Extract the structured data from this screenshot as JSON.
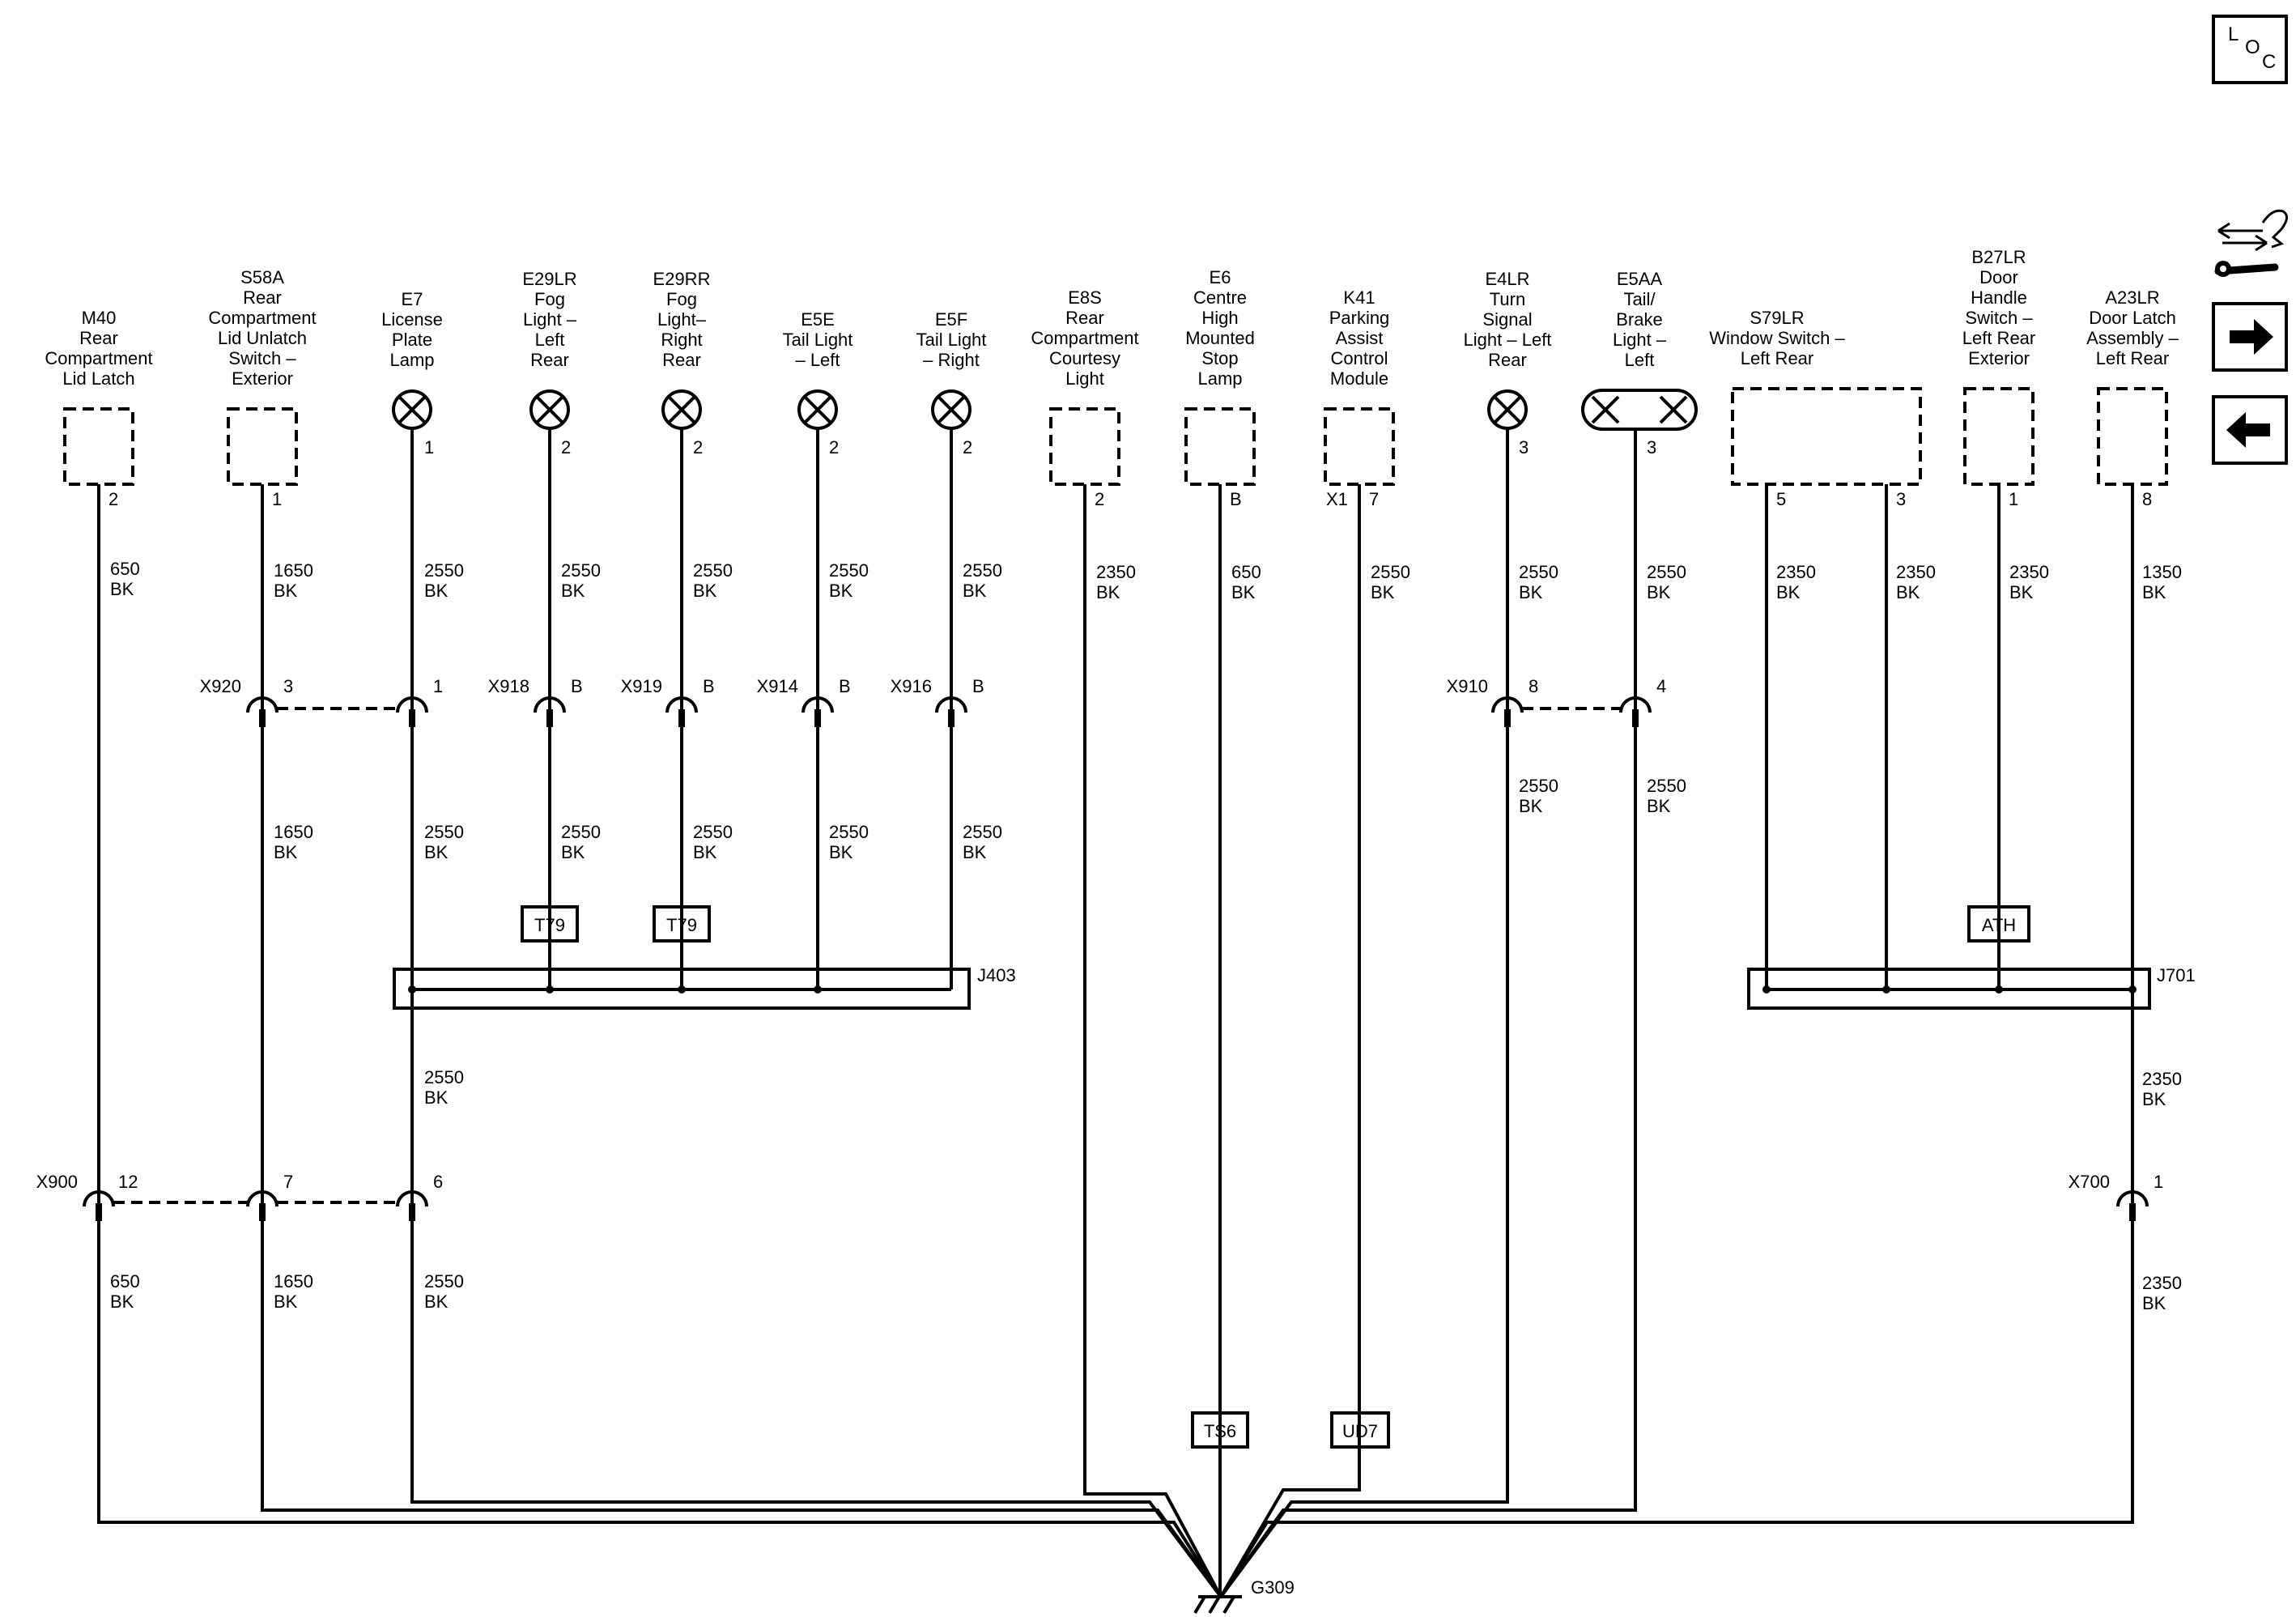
{
  "nav": {
    "loc_l": "L",
    "loc_o": "O",
    "loc_c": "C",
    "icons": [
      "loc-icon",
      "repair-icon",
      "arrow-right-icon",
      "arrow-left-icon"
    ]
  },
  "components": [
    {
      "id": "M40",
      "lines": [
        "M40",
        "Rear",
        "Compartment",
        "Lid Latch"
      ]
    },
    {
      "id": "S58A",
      "lines": [
        "S58A",
        "Rear",
        "Compartment",
        "Lid Unlatch",
        "Switch –",
        "Exterior"
      ]
    },
    {
      "id": "E7",
      "lines": [
        "E7",
        "License",
        "Plate",
        "Lamp"
      ]
    },
    {
      "id": "E29LR",
      "lines": [
        "E29LR",
        "Fog",
        "Light –",
        "Left",
        "Rear"
      ]
    },
    {
      "id": "E29RR",
      "lines": [
        "E29RR",
        "Fog",
        "Light–",
        "Right",
        "Rear"
      ]
    },
    {
      "id": "E5E",
      "lines": [
        "E5E",
        "Tail Light",
        "– Left"
      ]
    },
    {
      "id": "E5F",
      "lines": [
        "E5F",
        "Tail Light",
        "– Right"
      ]
    },
    {
      "id": "E8S",
      "lines": [
        "E8S",
        "Rear",
        "Compartment",
        "Courtesy",
        "Light"
      ]
    },
    {
      "id": "E6",
      "lines": [
        "E6",
        "Centre",
        "High",
        "Mounted",
        "Stop",
        "Lamp"
      ]
    },
    {
      "id": "K41",
      "lines": [
        "K41",
        "Parking",
        "Assist",
        "Control",
        "Module"
      ]
    },
    {
      "id": "E4LR",
      "lines": [
        "E4LR",
        "Turn",
        "Signal",
        "Light – Left",
        "Rear"
      ]
    },
    {
      "id": "E5AA",
      "lines": [
        "E5AA",
        "Tail/",
        "Brake",
        "Light –",
        "Left"
      ]
    },
    {
      "id": "S79LR",
      "lines": [
        "S79LR",
        "Window Switch –",
        "Left Rear"
      ]
    },
    {
      "id": "B27LR",
      "lines": [
        "B27LR",
        "Door",
        "Handle",
        "Switch –",
        "Left Rear",
        "Exterior"
      ]
    },
    {
      "id": "A23LR",
      "lines": [
        "A23LR",
        "Door Latch",
        "Assembly –",
        "Left Rear"
      ]
    }
  ],
  "pins": {
    "M40": "2",
    "S58A": "1",
    "E7": "1",
    "E29LR": "2",
    "E29RR": "2",
    "E5E": "2",
    "E5F": "2",
    "E8S": "2",
    "E6": "B",
    "K41_conn": "X1",
    "K41": "7",
    "E4LR": "3",
    "E5AA": "3",
    "S79LR_a": "5",
    "S79LR_b": "3",
    "B27LR": "1",
    "A23LR": "8"
  },
  "wires_top": {
    "M40": [
      "650",
      "BK"
    ],
    "S58A": [
      "1650",
      "BK"
    ],
    "E7": [
      "2550",
      "BK"
    ],
    "E29LR": [
      "2550",
      "BK"
    ],
    "E29RR": [
      "2550",
      "BK"
    ],
    "E5E": [
      "2550",
      "BK"
    ],
    "E5F": [
      "2550",
      "BK"
    ],
    "E8S": [
      "2350",
      "BK"
    ],
    "E6": [
      "650",
      "BK"
    ],
    "K41": [
      "2550",
      "BK"
    ],
    "E4LR": [
      "2550",
      "BK"
    ],
    "E5AA": [
      "2550",
      "BK"
    ],
    "S79LR_a": [
      "2350",
      "BK"
    ],
    "S79LR_b": [
      "2350",
      "BK"
    ],
    "B27LR": [
      "2350",
      "BK"
    ],
    "A23LR": [
      "1350",
      "BK"
    ]
  },
  "wires_mid": {
    "S58A": [
      "1650",
      "BK"
    ],
    "E7": [
      "2550",
      "BK"
    ],
    "E29LR": [
      "2550",
      "BK"
    ],
    "E29RR": [
      "2550",
      "BK"
    ],
    "E5E": [
      "2550",
      "BK"
    ],
    "E5F": [
      "2550",
      "BK"
    ],
    "E4LR": [
      "2550",
      "BK"
    ],
    "E5AA": [
      "2550",
      "BK"
    ]
  },
  "wires_low": {
    "J403_out": [
      "2550",
      "BK"
    ],
    "J701_out": [
      "2350",
      "BK"
    ]
  },
  "wires_bottom": {
    "M40": [
      "650",
      "BK"
    ],
    "S58A": [
      "1650",
      "BK"
    ],
    "E7": [
      "2550",
      "BK"
    ],
    "A23LR": [
      "2350",
      "BK"
    ]
  },
  "inline_connectors": {
    "X920": {
      "name": "X920",
      "pin_a": "3",
      "pin_b": "1"
    },
    "X918": {
      "name": "X918",
      "pin": "B"
    },
    "X919": {
      "name": "X919",
      "pin": "B"
    },
    "X914": {
      "name": "X914",
      "pin": "B"
    },
    "X916": {
      "name": "X916",
      "pin": "B"
    },
    "X910": {
      "name": "X910",
      "pin_a": "8",
      "pin_b": "4"
    },
    "X900": {
      "name": "X900",
      "pin_a": "12",
      "pin_b": "7",
      "pin_c": "6"
    },
    "X700": {
      "name": "X700",
      "pin": "1"
    }
  },
  "option_tags": {
    "T79_a": "T79",
    "T79_b": "T79",
    "ATH": "ATH",
    "TS6": "TS6",
    "UD7": "UD7"
  },
  "splices": {
    "J403": "J403",
    "J701": "J701"
  },
  "ground": {
    "name": "G309"
  }
}
